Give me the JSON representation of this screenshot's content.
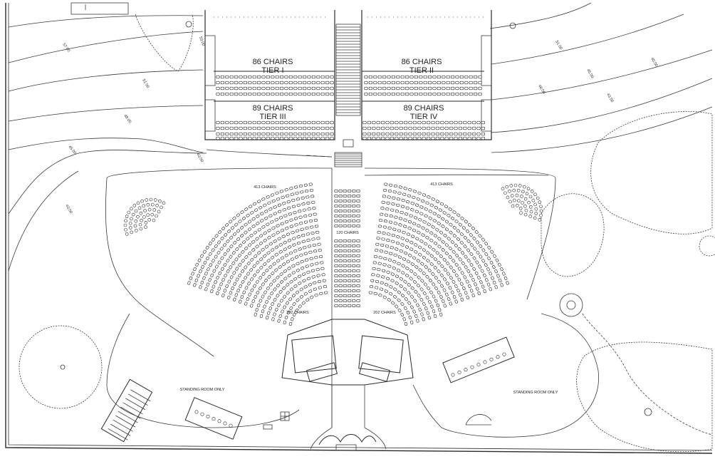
{
  "tiers": [
    {
      "id": "tier-1",
      "chairs_label": "86 CHAIRS",
      "tier_label": "TIER I"
    },
    {
      "id": "tier-2",
      "chairs_label": "86 CHAIRS",
      "tier_label": "TIER II"
    },
    {
      "id": "tier-3",
      "chairs_label": "89 CHAIRS",
      "tier_label": "TIER III"
    },
    {
      "id": "tier-4",
      "chairs_label": "89 CHAIRS",
      "tier_label": "TIER IV"
    }
  ],
  "seating_labels": {
    "left_upper": "413 CHAIRS",
    "right_upper": "413 CHAIRS",
    "center": "120 CHAIRS",
    "left_lower": "202 CHAIRS",
    "right_lower": "202 CHAIRS"
  },
  "standing": {
    "left": "STANDING ROOM ONLY",
    "right": "STANDING ROOM ONLY"
  },
  "contours": [
    "57.00",
    "53.00",
    "51.00",
    "48.00",
    "45.00",
    "43.00",
    "43.00",
    "51.00",
    "45.00",
    "48.00",
    "43.00",
    "40.00"
  ]
}
